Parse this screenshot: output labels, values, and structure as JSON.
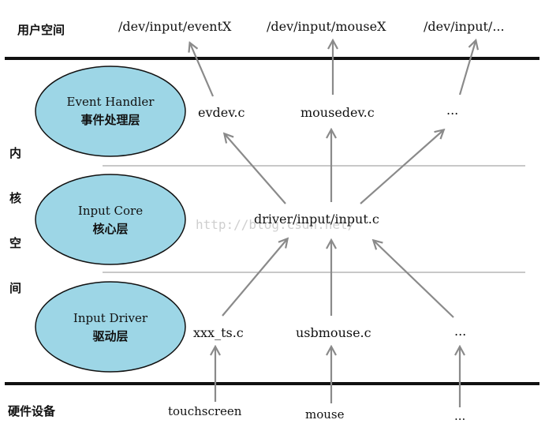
{
  "zones": {
    "user_space": "用户空间",
    "kernel_space_chars": [
      "内",
      "核",
      "空",
      "间"
    ],
    "hardware": "硬件设备"
  },
  "user_paths": [
    "/dev/input/eventX",
    "/dev/input/mouseX",
    "/dev/input/..."
  ],
  "layers": [
    {
      "en": "Event Handler",
      "cn": "事件处理层"
    },
    {
      "en": "Input Core",
      "cn": "核心层"
    },
    {
      "en": "Input Driver",
      "cn": "驱动层"
    }
  ],
  "handlers": [
    "evdev.c",
    "mousedev.c",
    "..."
  ],
  "core": "driver/input/input.c",
  "drivers": [
    "xxx_ts.c",
    "usbmouse.c",
    "..."
  ],
  "devices": [
    "touchscreen",
    "mouse",
    "..."
  ],
  "watermark": "http://blog.csdn.net/",
  "colors": {
    "ellipse_fill": "#9dd6e6",
    "line": "#111111",
    "arrow": "#8a8a8a",
    "separator": "#c8c8c8"
  }
}
